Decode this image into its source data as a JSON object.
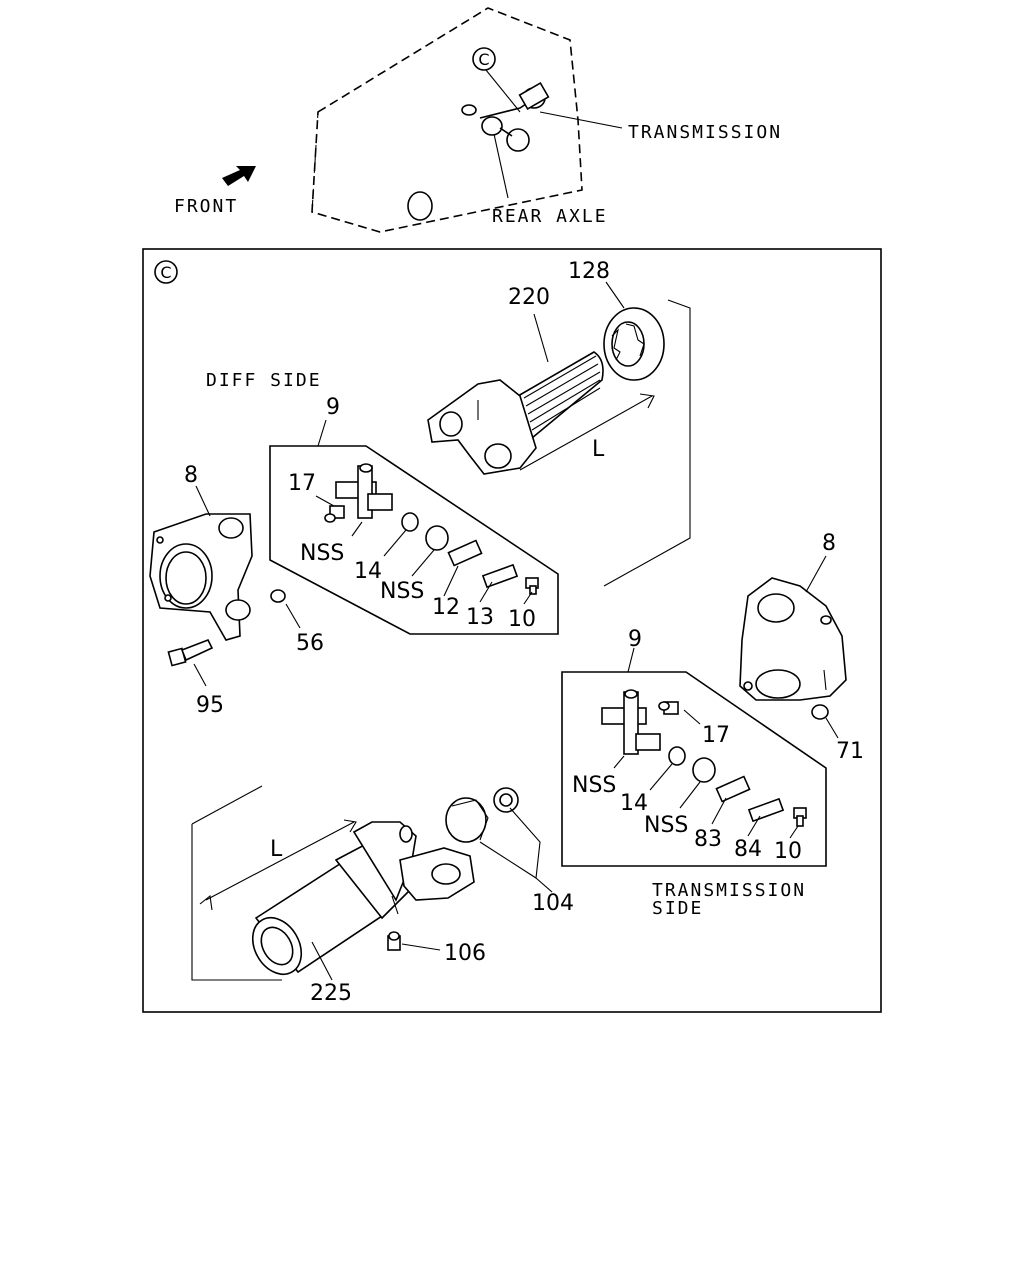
{
  "overview": {
    "detail_marker": "C",
    "transmission_label": "TRANSMISSION",
    "rear_axle_label": "REAR AXLE",
    "front_label": "FRONT"
  },
  "detail": {
    "marker": "C",
    "diff_side_label": "DIFF SIDE",
    "transmission_side_label_line1": "TRANSMISSION",
    "transmission_side_label_line2": "SIDE",
    "length_label_upper": "L",
    "length_label_lower": "L",
    "callouts": {
      "p128": "128",
      "p220": "220",
      "p9_upper": "9",
      "p8_left": "8",
      "p17_upper": "17",
      "nss_upper_a": "NSS",
      "p14_upper": "14",
      "nss_upper_b": "NSS",
      "p12": "12",
      "p13": "13",
      "p10_upper": "10",
      "p56": "56",
      "p95": "95",
      "p8_right": "8",
      "p9_lower": "9",
      "p71": "71",
      "p17_lower": "17",
      "nss_lower_a": "NSS",
      "p14_lower": "14",
      "nss_lower_b": "NSS",
      "p83": "83",
      "p84": "84",
      "p10_lower": "10",
      "p104": "104",
      "p106": "106",
      "p225": "225"
    }
  }
}
